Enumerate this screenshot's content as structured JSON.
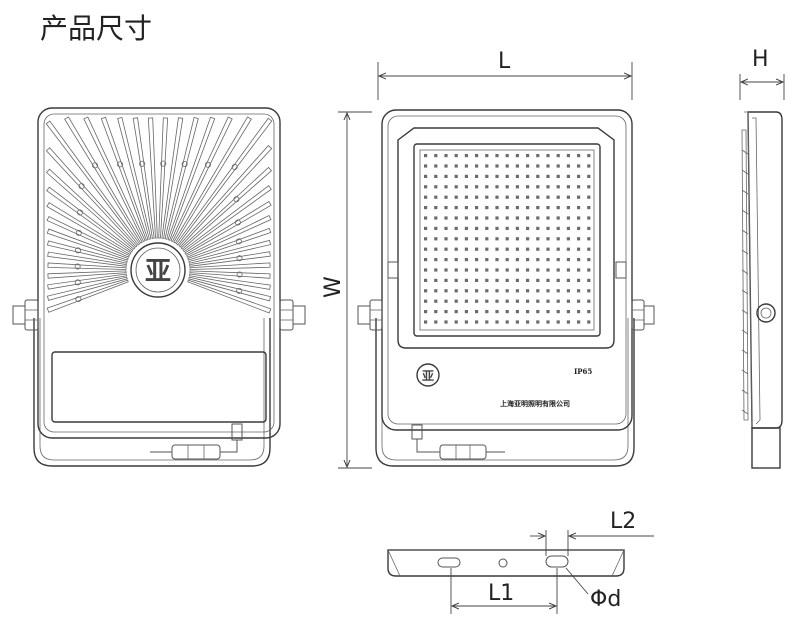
{
  "title": "产品尺寸",
  "dimensions": {
    "length": "L",
    "height": "H",
    "width": "W",
    "l1": "L1",
    "l2": "L2",
    "diameter": "Φd"
  },
  "front_panel": {
    "rating": "IP65",
    "maker": "上海亚明照明有限公司",
    "logo_glyph": "亚"
  },
  "back_panel": {
    "logo_glyph": "亚"
  }
}
